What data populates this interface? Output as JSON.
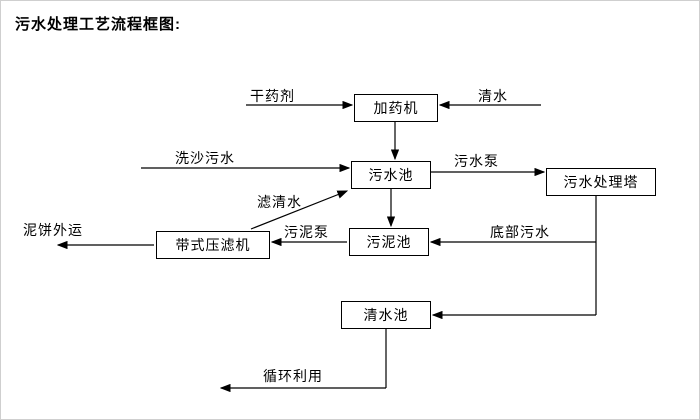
{
  "title": "污水处理工艺流程框图:",
  "colors": {
    "line": "#000000",
    "box_border": "#000000",
    "background": "#ffffff",
    "text": "#000000"
  },
  "diagram": {
    "nodes": [
      {
        "id": "dosing-machine",
        "label": "加药机"
      },
      {
        "id": "sewage-pool",
        "label": "污水池"
      },
      {
        "id": "treatment-tower",
        "label": "污水处理塔"
      },
      {
        "id": "sludge-pool",
        "label": "污泥池"
      },
      {
        "id": "belt-filter-press",
        "label": "带式压滤机"
      },
      {
        "id": "clean-water-pool",
        "label": "清水池"
      }
    ],
    "edge_labels": [
      {
        "id": "dry-chemical",
        "label": "干药剂"
      },
      {
        "id": "clean-water-in",
        "label": "清水"
      },
      {
        "id": "sand-washing-sewage",
        "label": "洗沙污水"
      },
      {
        "id": "sewage-pump",
        "label": "污水泵"
      },
      {
        "id": "filtered-water",
        "label": "滤清水"
      },
      {
        "id": "sludge-pump",
        "label": "污泥泵"
      },
      {
        "id": "bottom-sewage",
        "label": "底部污水"
      },
      {
        "id": "mud-cake-out",
        "label": "泥饼外运"
      },
      {
        "id": "recycle-reuse",
        "label": "循环利用"
      }
    ]
  }
}
